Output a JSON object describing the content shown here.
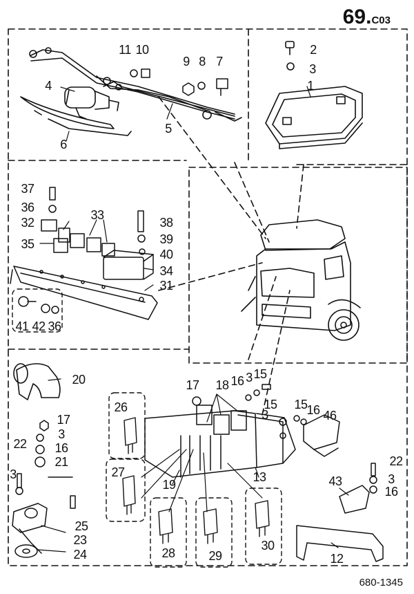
{
  "page": {
    "number": "69.",
    "section": "C03"
  },
  "reference": "680-1345",
  "callouts": [
    "11",
    "10",
    "9",
    "8",
    "7",
    "4",
    "5",
    "6",
    "2",
    "3",
    "1",
    "37",
    "36",
    "32",
    "33",
    "35",
    "38",
    "39",
    "40",
    "34",
    "31",
    "41",
    "42",
    "36",
    "20",
    "17",
    "18",
    "16",
    "3",
    "15",
    "15",
    "15",
    "16",
    "3",
    "46",
    "26",
    "27",
    "19",
    "13",
    "22",
    "3",
    "16",
    "43",
    "17",
    "3",
    "16",
    "21",
    "22",
    "3",
    "25",
    "23",
    "24",
    "28",
    "29",
    "30",
    "12"
  ],
  "colors": {
    "ink": "#111111",
    "paper": "#ffffff"
  }
}
